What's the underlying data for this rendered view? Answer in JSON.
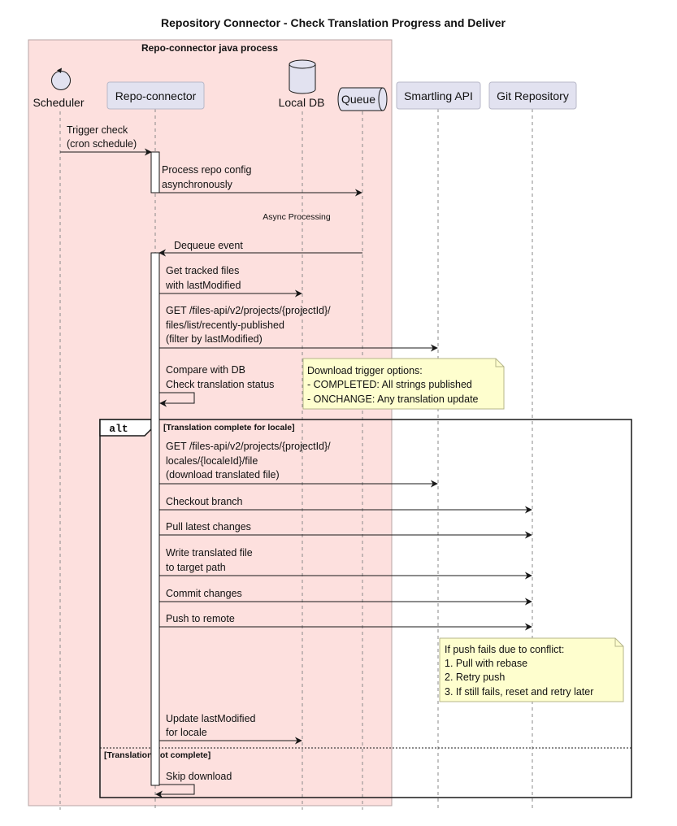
{
  "title": "Repository Connector - Check Translation Progress and Deliver",
  "process_box": {
    "label": "Repo-connector java process",
    "fill": "#fde0de",
    "stroke": "#b7a5a4"
  },
  "participants": {
    "scheduler": "Scheduler",
    "repo_connector": "Repo-connector",
    "local_db": "Local DB",
    "queue": "Queue",
    "smartling_api": "Smartling API",
    "git_repository": "Git Repository"
  },
  "participant_fill": "#e2e2f0",
  "note_fill": "#fefece",
  "messages": {
    "m1": [
      "Trigger check",
      "(cron schedule)"
    ],
    "m2": [
      "Process repo config",
      "asynchronously"
    ],
    "divider": "Async Processing",
    "m3": [
      "Dequeue event"
    ],
    "m4": [
      "Get tracked files",
      "with lastModified"
    ],
    "m5": [
      "GET /files-api/v2/projects/{projectId}/",
      "files/list/recently-published",
      "(filter by lastModified)"
    ],
    "m6": [
      "Compare with DB",
      "Check translation status"
    ],
    "m7": [
      "GET /files-api/v2/projects/{projectId}/",
      "locales/{localeId}/file",
      "(download translated file)"
    ],
    "m8": [
      "Checkout branch"
    ],
    "m9": [
      "Pull latest changes"
    ],
    "m10": [
      "Write translated file",
      "to target path"
    ],
    "m11": [
      "Commit changes"
    ],
    "m12": [
      "Push to remote"
    ],
    "m13": [
      "Update lastModified",
      "for locale"
    ],
    "m14": [
      "Skip download"
    ]
  },
  "notes": {
    "download_trigger": [
      "Download trigger options:",
      "- COMPLETED: All strings published",
      "- ONCHANGE: Any translation update"
    ],
    "push_fails": [
      "If push fails due to conflict:",
      "1. Pull with rebase",
      "2. Retry push",
      "3. If still fails, reset and retry later"
    ]
  },
  "alt": {
    "keyword": "alt",
    "guard1": "[Translation complete for locale]",
    "guard2": "[Translation not complete]"
  }
}
